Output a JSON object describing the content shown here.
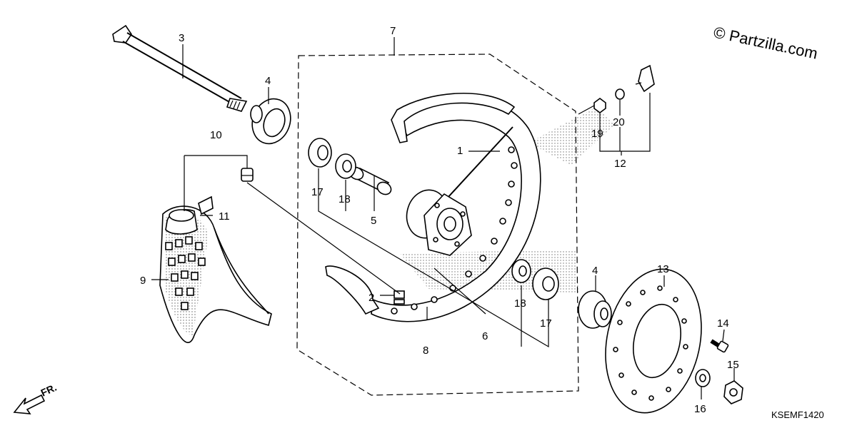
{
  "watermark": "© Partzilla.com",
  "direction_label": "FR.",
  "diagram_code": "KSEMF1420",
  "callouts": [
    {
      "id": "c1",
      "text": "1"
    },
    {
      "id": "c2",
      "text": "2"
    },
    {
      "id": "c3",
      "text": "3"
    },
    {
      "id": "c4a",
      "text": "4"
    },
    {
      "id": "c4b",
      "text": "4"
    },
    {
      "id": "c5",
      "text": "5"
    },
    {
      "id": "c6",
      "text": "6"
    },
    {
      "id": "c7",
      "text": "7"
    },
    {
      "id": "c8",
      "text": "8"
    },
    {
      "id": "c9",
      "text": "9"
    },
    {
      "id": "c10",
      "text": "10"
    },
    {
      "id": "c11",
      "text": "11"
    },
    {
      "id": "c12",
      "text": "12"
    },
    {
      "id": "c13",
      "text": "13"
    },
    {
      "id": "c14",
      "text": "14"
    },
    {
      "id": "c15",
      "text": "15"
    },
    {
      "id": "c16",
      "text": "16"
    },
    {
      "id": "c17a",
      "text": "17"
    },
    {
      "id": "c17b",
      "text": "17"
    },
    {
      "id": "c18a",
      "text": "18"
    },
    {
      "id": "c18b",
      "text": "18"
    },
    {
      "id": "c19",
      "text": "19"
    },
    {
      "id": "c20",
      "text": "20"
    }
  ]
}
